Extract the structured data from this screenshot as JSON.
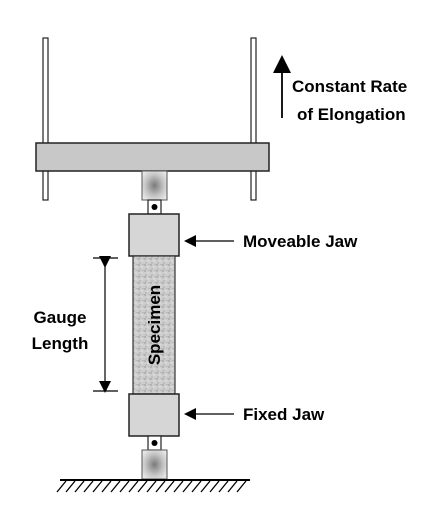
{
  "labels": {
    "rate_line1": "Constant Rate",
    "rate_line2": "of Elongation",
    "moveable_jaw": "Moveable Jaw",
    "gauge_line1": "Gauge",
    "gauge_line2": "Length",
    "specimen": "Specimen",
    "fixed_jaw": "Fixed Jaw"
  },
  "colors": {
    "crosshead": "#c9c9c9",
    "jaw": "#d7d7d7",
    "specimen": "#cfcfcf",
    "outline": "#222222"
  }
}
